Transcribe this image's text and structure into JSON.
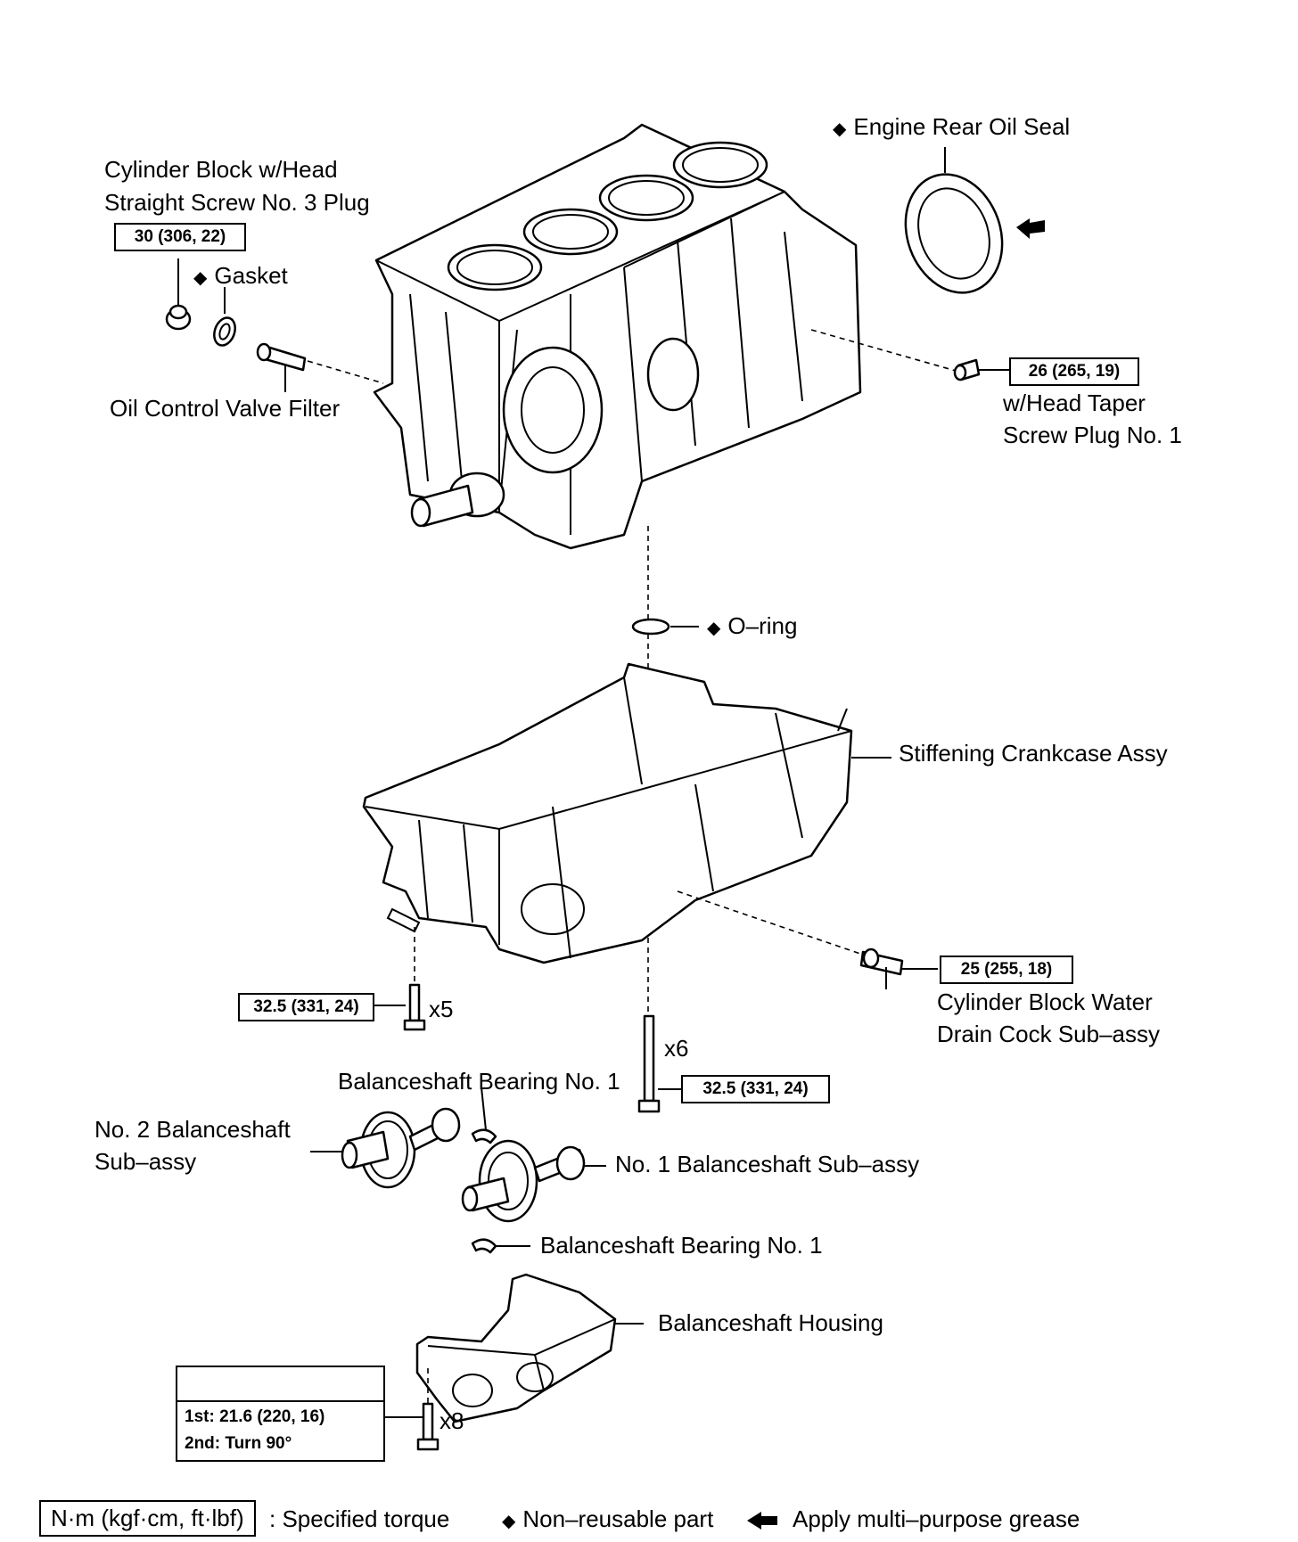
{
  "labels": {
    "rear_oil_seal": "Engine Rear Oil Seal",
    "screw_plug3_line1": "Cylinder Block w/Head",
    "screw_plug3_line2": "Straight Screw No. 3 Plug",
    "gasket": "Gasket",
    "oil_control_valve_filter": "Oil Control Valve Filter",
    "taper_plug_line1": "w/Head Taper",
    "taper_plug_line2": "Screw Plug No. 1",
    "o_ring": "O–ring",
    "stiffening_crankcase": "Stiffening Crankcase Assy",
    "drain_cock_line1": "Cylinder Block Water",
    "drain_cock_line2": "Drain Cock Sub–assy",
    "bearing_upper": "Balanceshaft Bearing No. 1",
    "no2_balanceshaft_line1": "No. 2 Balanceshaft",
    "no2_balanceshaft_line2": "Sub–assy",
    "no1_balanceshaft": "No. 1 Balanceshaft Sub–assy",
    "bearing_lower": "Balanceshaft Bearing No. 1",
    "balanceshaft_housing": "Balanceshaft Housing"
  },
  "torques": {
    "screw_plug3": "30 (306, 22)",
    "taper_plug": "26 (265, 19)",
    "drain_cock": "25 (255, 18)",
    "crankcase_bolts_left": "32.5 (331, 24)",
    "crankcase_bolts_center": "32.5 (331, 24)",
    "housing_step1": "1st: 21.6 (220, 16)",
    "housing_step2": "2nd: Turn 90°"
  },
  "counts": {
    "left_bolts": "x5",
    "center_bolts": "x6",
    "housing_bolts": "x8"
  },
  "legend": {
    "unit_box": "N·m (kgf·cm, ft·lbf)",
    "specified_torque": ": Specified torque",
    "non_reusable": "Non–reusable part",
    "grease": "Apply multi–purpose grease"
  },
  "symbols": {
    "non_reusable_marker": "◆",
    "grease_arrow": "arrow-left-icon"
  }
}
